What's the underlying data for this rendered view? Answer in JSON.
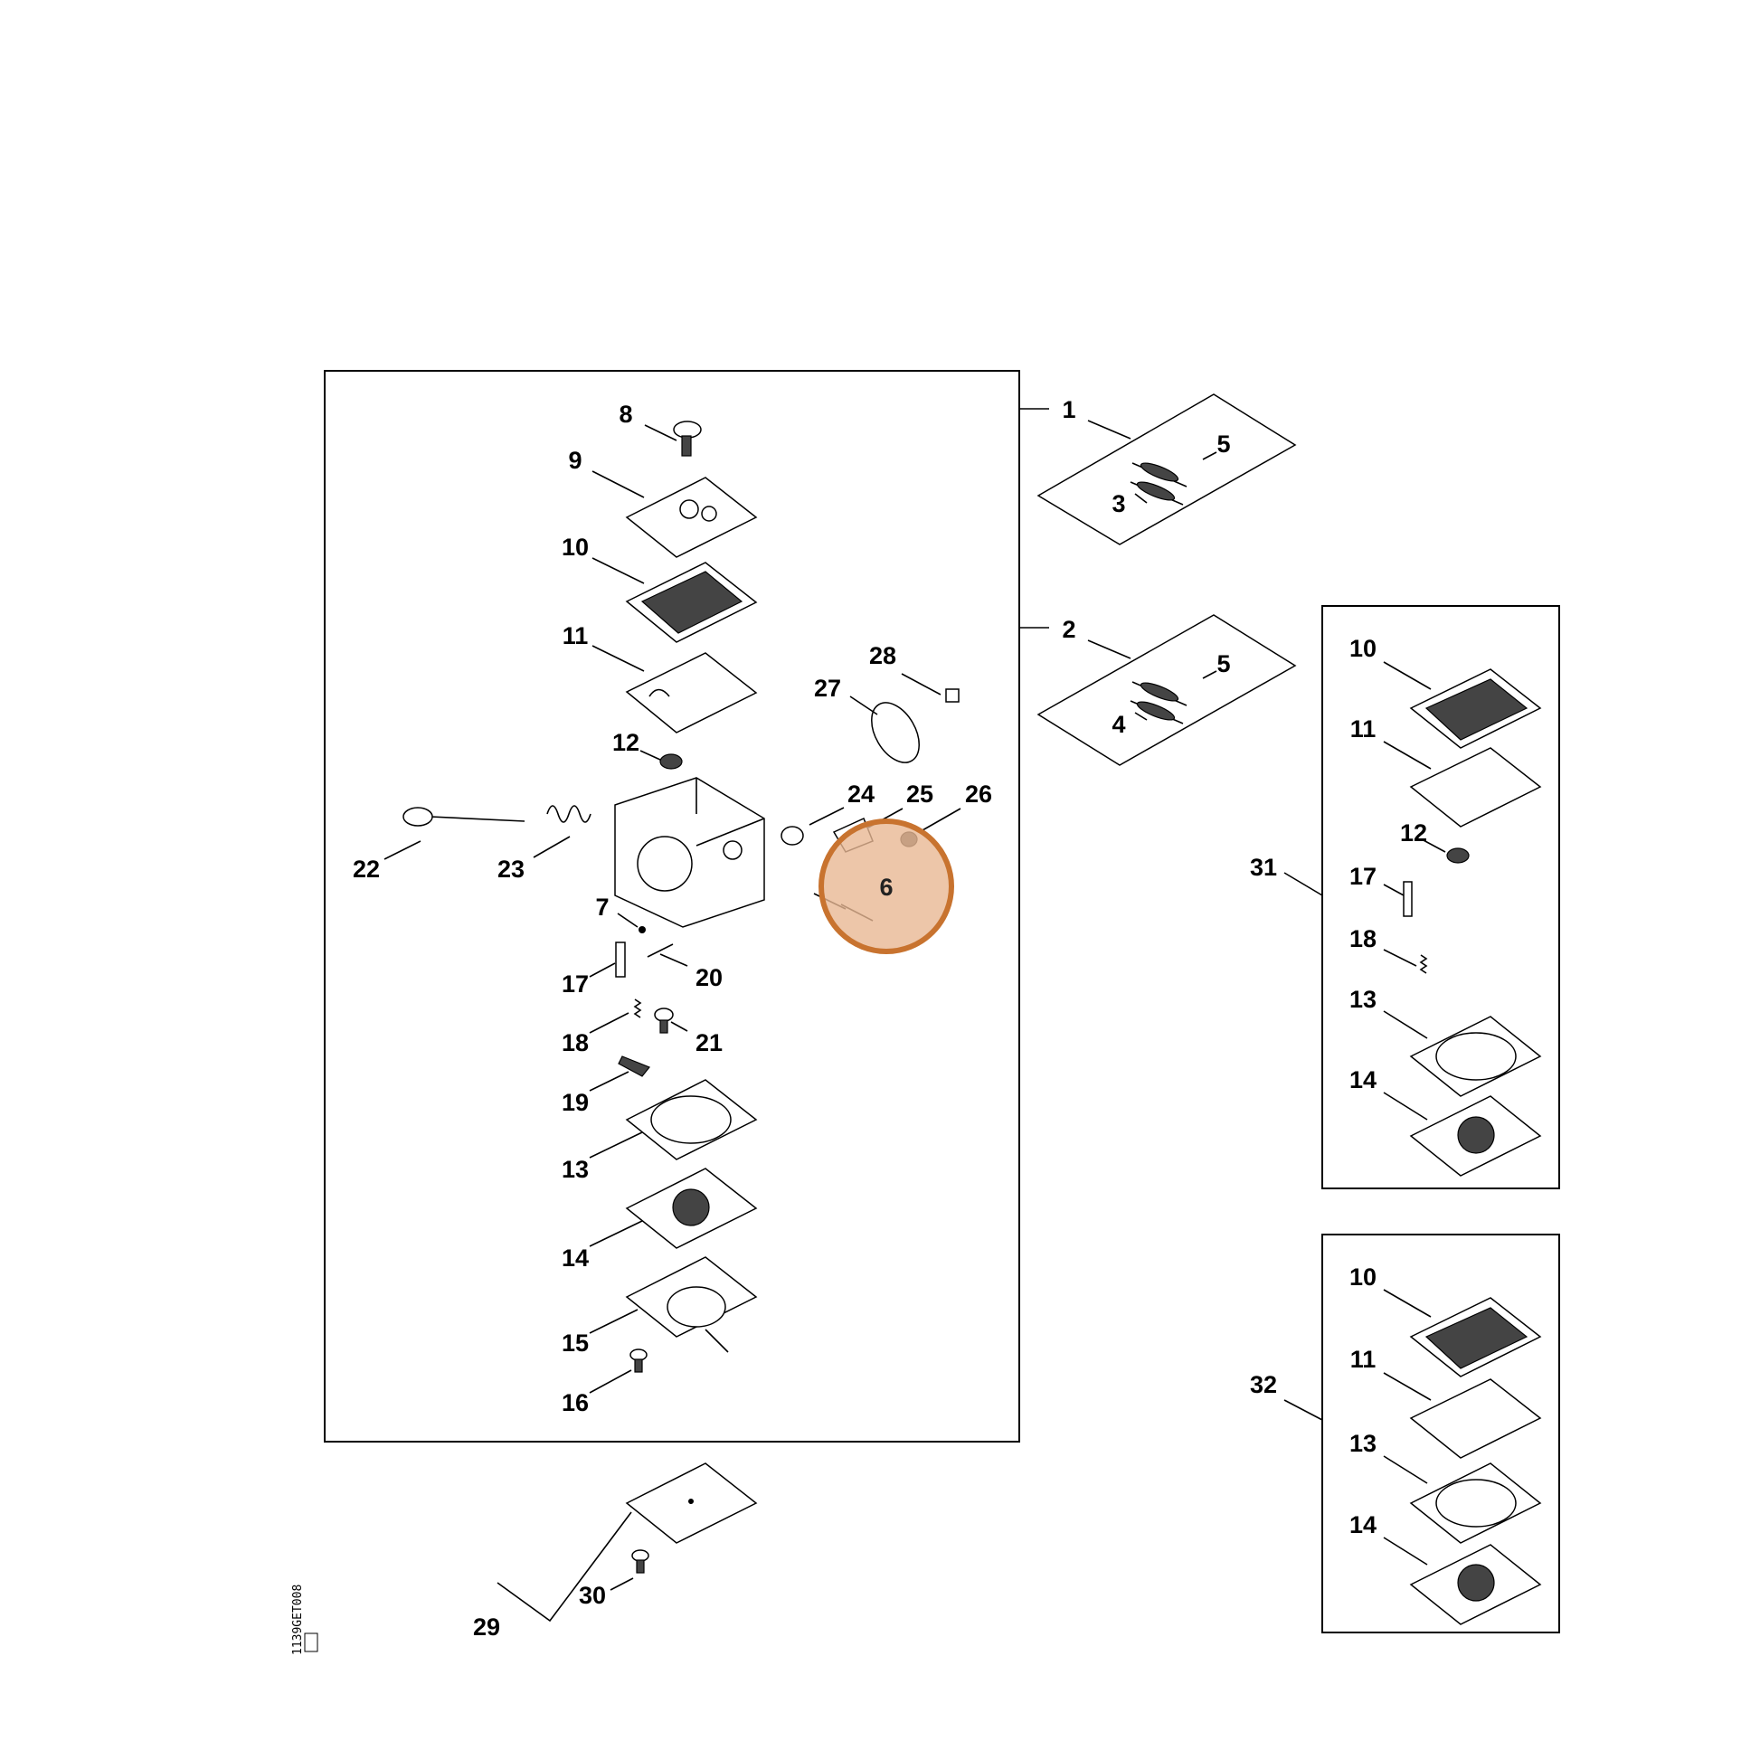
{
  "hotspot": {
    "label": "6",
    "fill": "#e8b893",
    "stroke": "#c8732f"
  },
  "labels": {
    "l1": "1",
    "l2": "2",
    "l3": "3",
    "l4": "4",
    "l5a": "5",
    "l5b": "5",
    "l7": "7",
    "l8": "8",
    "l9": "9",
    "l10": "10",
    "l11": "11",
    "l12": "12",
    "l13": "13",
    "l14": "14",
    "l15": "15",
    "l16": "16",
    "l17": "17",
    "l18": "18",
    "l19": "19",
    "l20": "20",
    "l21": "21",
    "l22": "22",
    "l23": "23",
    "l24": "24",
    "l25": "25",
    "l26": "26",
    "l27": "27",
    "l28": "28",
    "l29": "29",
    "l30": "30",
    "l31": "31",
    "l32": "32",
    "k31_10": "10",
    "k31_11": "11",
    "k31_12": "12",
    "k31_17": "17",
    "k31_18": "18",
    "k31_13": "13",
    "k31_14": "14",
    "k32_10": "10",
    "k32_11": "11",
    "k32_13": "13",
    "k32_14": "14"
  },
  "side_code": "1139GET008"
}
